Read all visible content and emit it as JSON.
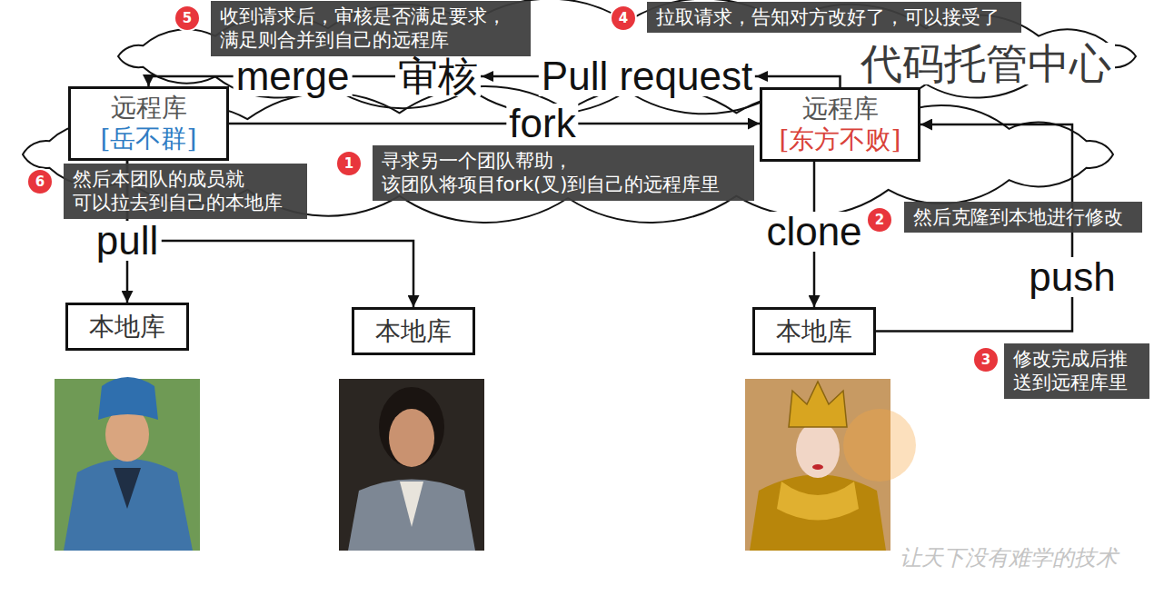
{
  "diagram": {
    "nodes": [
      {
        "text": [
          "远程库",
          "[岳不群]"
        ]
      },
      {
        "text": [
          "远程库",
          "[东方不败]"
        ]
      },
      {
        "text": [
          "本地库"
        ]
      },
      {
        "text": [
          "本地库"
        ]
      },
      {
        "text": [
          "本地库"
        ]
      }
    ],
    "edges": [
      {
        "from": 0,
        "to": 1,
        "label": "fork",
        "arrow": "to"
      },
      {
        "from": 1,
        "to": 4,
        "label": "clone",
        "arrow": "to"
      },
      {
        "from": 4,
        "to": 1,
        "label": "push",
        "arrow": "to"
      },
      {
        "from": 1,
        "to": 0,
        "label": "Pull request",
        "arrow": "to"
      },
      {
        "from": 0,
        "to": 2,
        "label": "pull",
        "arrow": "to"
      },
      {
        "from": 0,
        "to": 3,
        "arrow": "to"
      }
    ],
    "labels": [
      "代码托管中心",
      "merge",
      "审核",
      "1",
      "寻求另一个团队帮助， 该团队将项目fork(叉)到自己的远程库里",
      "2",
      "然后克隆到本地进行修改",
      "3",
      "修改完成后推 送到远程库里",
      "4",
      "拉取请求，告知对方改好了，可以接受了",
      "5",
      "收到请求后，审核是否满足要求， 满足则合并到自己的远程库",
      "6",
      "然后本团队的成员就 可以拉去到自己的本地库",
      "让天下没有难学的技术"
    ]
  }
}
